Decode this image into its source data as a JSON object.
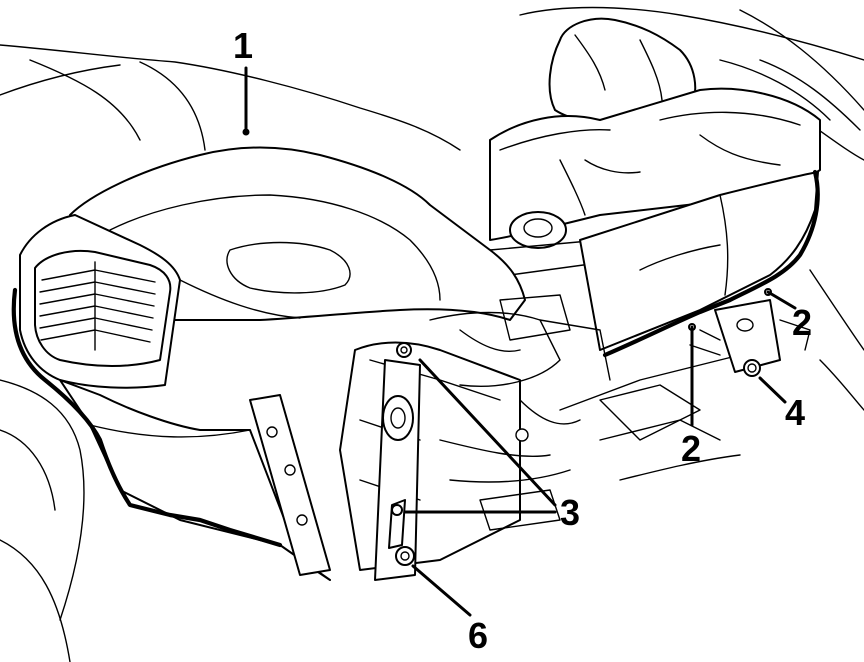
{
  "callouts": [
    {
      "id": "c1",
      "label": "1"
    },
    {
      "id": "c2a",
      "label": "2"
    },
    {
      "id": "c2b",
      "label": "2"
    },
    {
      "id": "c3",
      "label": "3"
    },
    {
      "id": "c4",
      "label": "4"
    },
    {
      "id": "c6",
      "label": "6"
    }
  ],
  "colors": {
    "line": "#000000",
    "background": "#ffffff"
  }
}
